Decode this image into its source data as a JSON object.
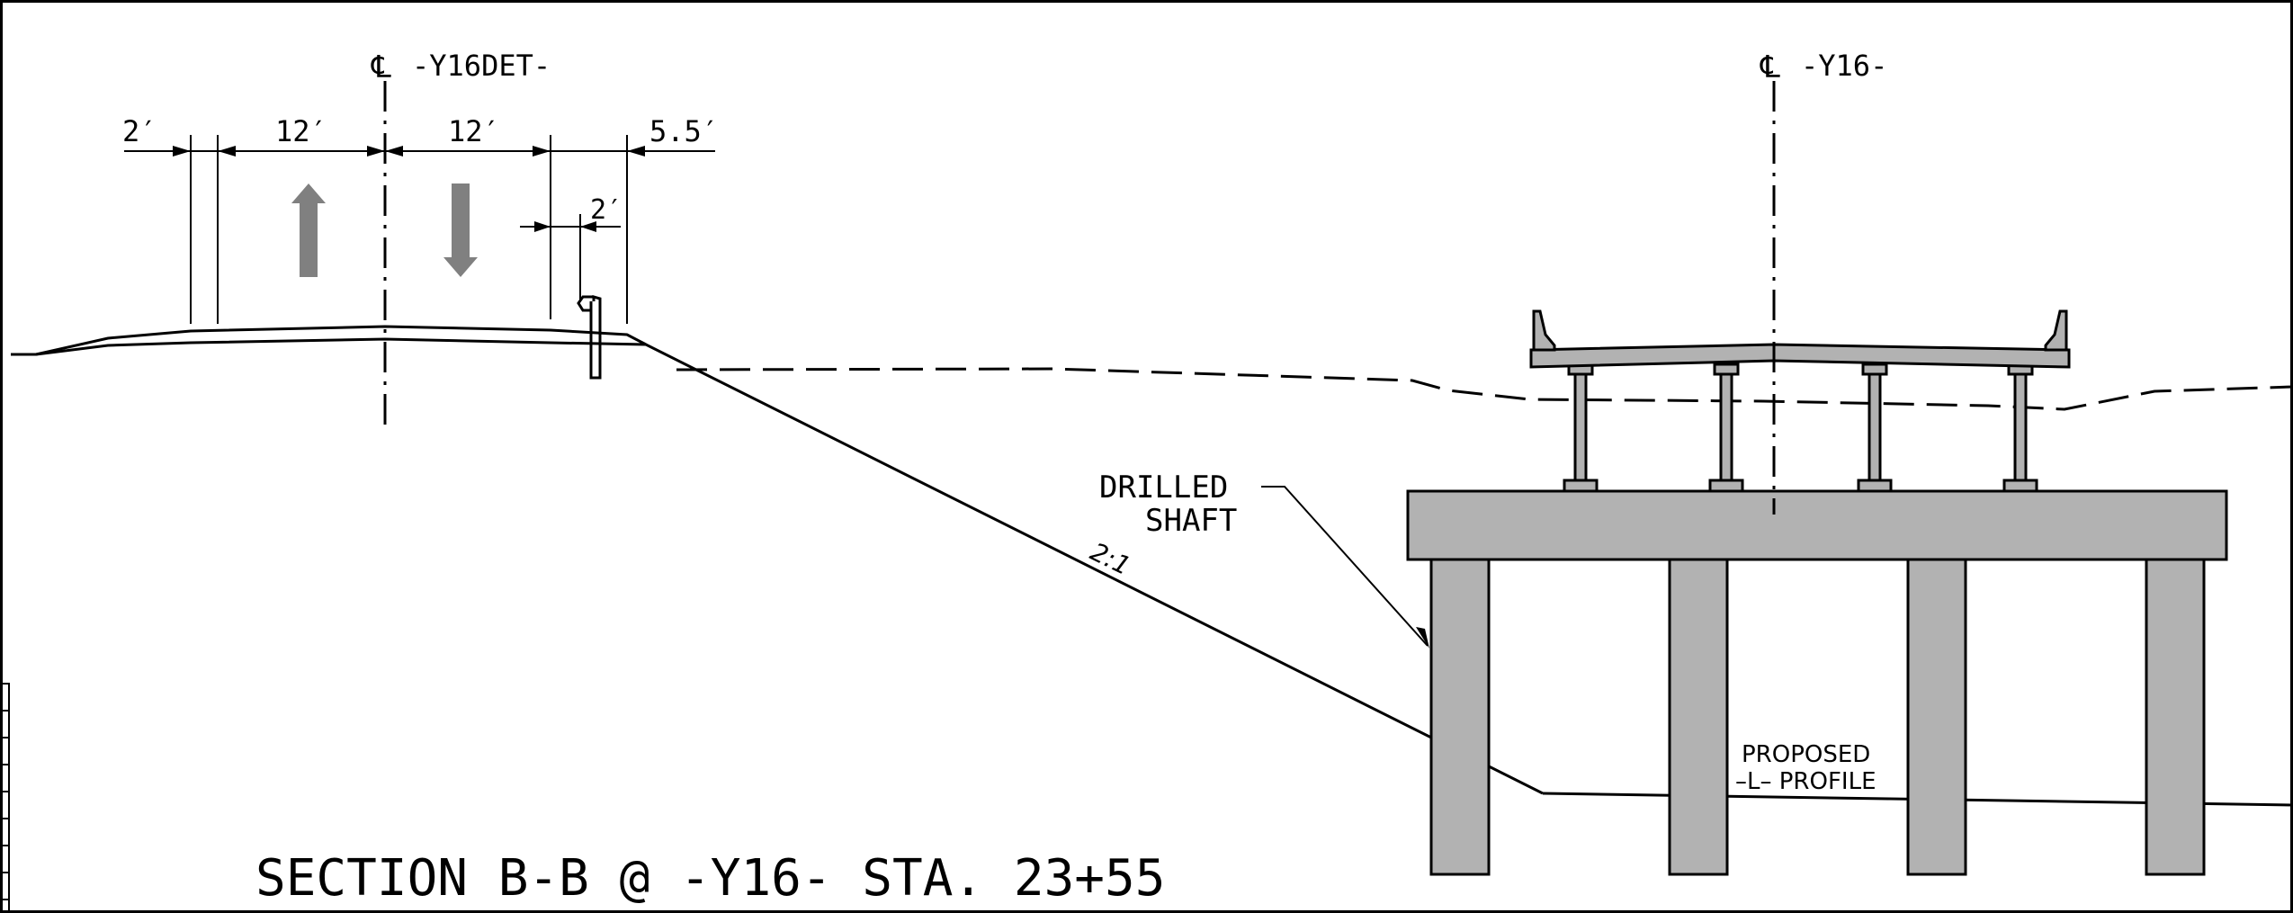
{
  "drawing": {
    "section_title": "SECTION B-B @ -Y16- STA. 23+55",
    "centerline_left": {
      "symbol": "℄",
      "label": "-Y16DET-"
    },
    "centerline_right": {
      "symbol": "℄",
      "label": "-Y16-"
    },
    "dimensions": {
      "shoulder_left": "2′",
      "lane_left": "12′",
      "lane_right": "12′",
      "offset_right": "5.5′",
      "barrier_offset": "2′"
    },
    "slope_label": "2:1",
    "drilled_shaft_label": {
      "line1": "DRILLED",
      "line2": "SHAFT"
    },
    "profile_label": {
      "line1": "PROPOSED",
      "line2": "–L– PROFILE"
    },
    "colors": {
      "ink": "#000000",
      "concrete": "#b2b2b2",
      "traffic_arrow": "#808080",
      "background": "#ffffff"
    }
  }
}
